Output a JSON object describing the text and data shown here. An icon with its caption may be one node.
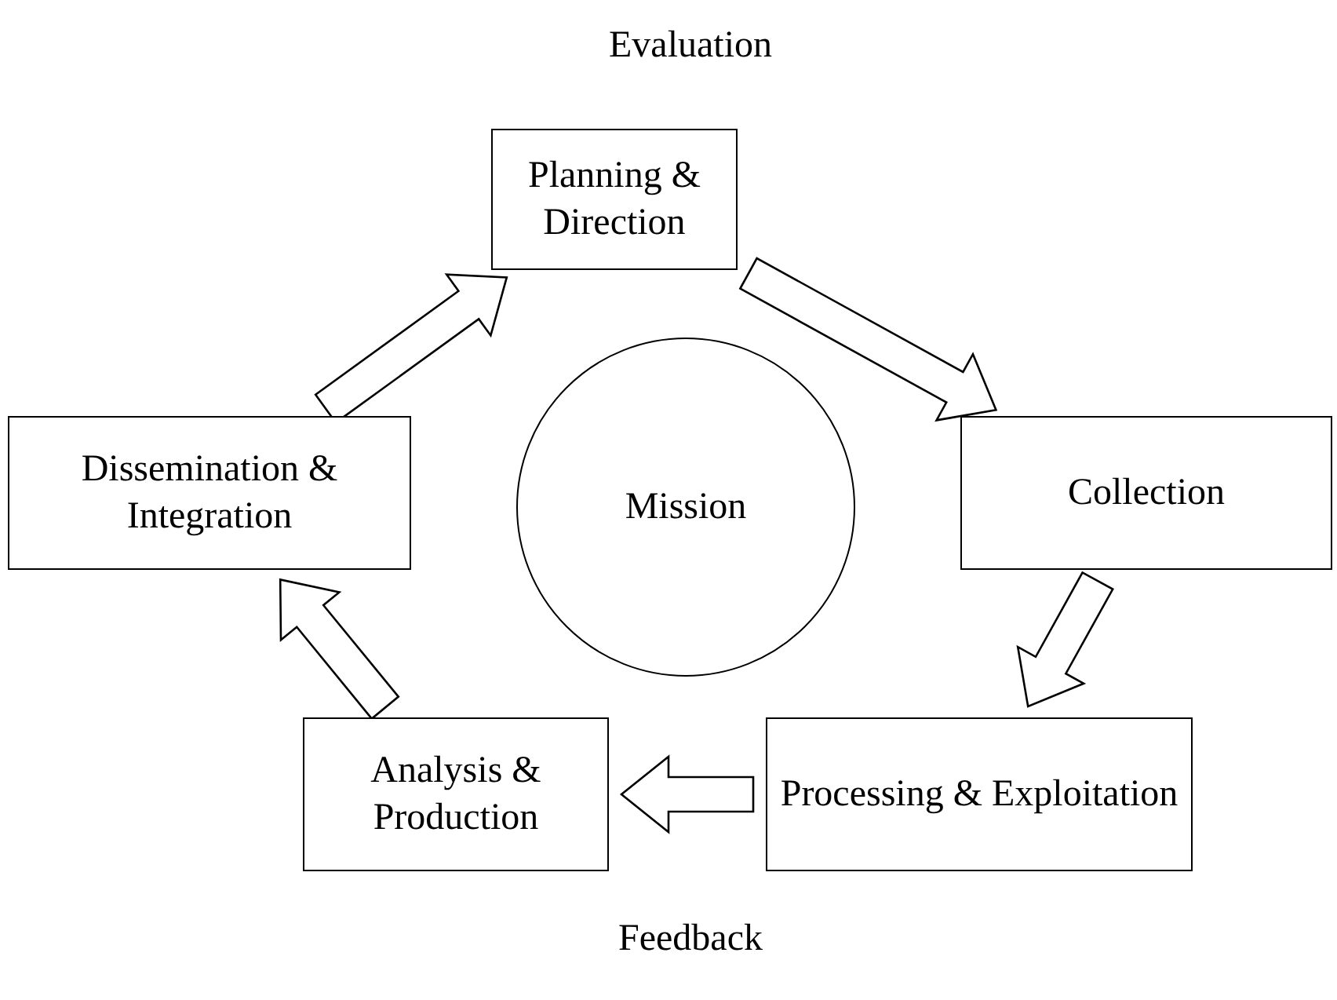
{
  "diagram": {
    "nodes": [
      {
        "text": [
          "Planning & Direction"
        ]
      },
      {
        "text": [
          "Collection"
        ]
      },
      {
        "text": [
          "Processing & Exploitation"
        ]
      },
      {
        "text": [
          "Analysis & Production"
        ]
      },
      {
        "text": [
          "Dissemination & Integration"
        ]
      },
      {
        "text": [
          "Mission"
        ]
      }
    ],
    "edges": [
      {
        "from": 4,
        "to": 0,
        "arrow": "to"
      },
      {
        "from": 0,
        "to": 1,
        "arrow": "to"
      },
      {
        "from": 1,
        "to": 2,
        "arrow": "to"
      },
      {
        "from": 2,
        "to": 3,
        "arrow": "to"
      },
      {
        "from": 3,
        "to": 4,
        "arrow": "to"
      }
    ],
    "labels": [
      "Evaluation",
      "Feedback"
    ]
  }
}
